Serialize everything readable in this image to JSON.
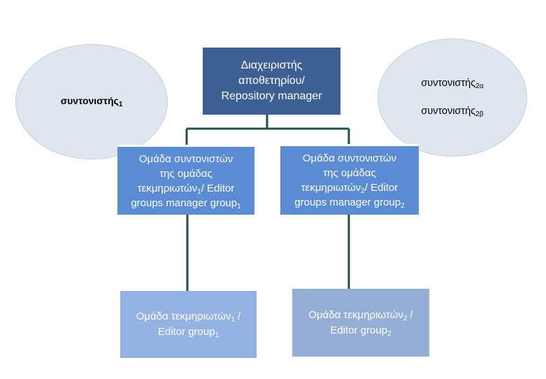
{
  "coordinator_left": {
    "text": "συντονιστής",
    "sub": "1"
  },
  "coordinators_right": [
    {
      "text": "συντονιστής",
      "sub": "2α"
    },
    {
      "text": "συντονιστής",
      "sub": "2β"
    }
  ],
  "repository_manager": {
    "line1": "Διαχειριστής",
    "line2": "αποθετηρίου/",
    "line3": "Repository manager"
  },
  "manager_groups": [
    {
      "line1": "Ομάδα συντονιστών",
      "line2": "της ομάδας",
      "line3_a": "τεκμηριωτών",
      "line3_sub": "1",
      "line3_b": "/ Editor",
      "line4_a": "groups manager group",
      "line4_sub": "1"
    },
    {
      "line1": "Ομάδα συντονιστών",
      "line2": "της ομάδας",
      "line3_a": "τεκμηριωτών",
      "line3_sub": "2",
      "line3_b": "/ Editor",
      "line4_a": "groups manager group",
      "line4_sub": "2"
    }
  ],
  "editor_groups": [
    {
      "line1_a": "Ομάδα τεκμηριωτών",
      "line1_sub": "1",
      "line1_b": " /",
      "line2_a": "Editor group",
      "line2_sub": "1"
    },
    {
      "line1_a": "Ομάδα τεκμηριωτών",
      "line1_sub": "2",
      "line1_b": " /",
      "line2_a": "Editor group",
      "line2_sub": "2"
    }
  ],
  "colors": {
    "connector": "#1f4f48",
    "root_box": "#3d5f93",
    "manager_box": "#5b8bd3",
    "editor_box_1": "#94b2e2",
    "editor_box_2": "#94aed6",
    "ellipse": "#dfe6f0"
  }
}
